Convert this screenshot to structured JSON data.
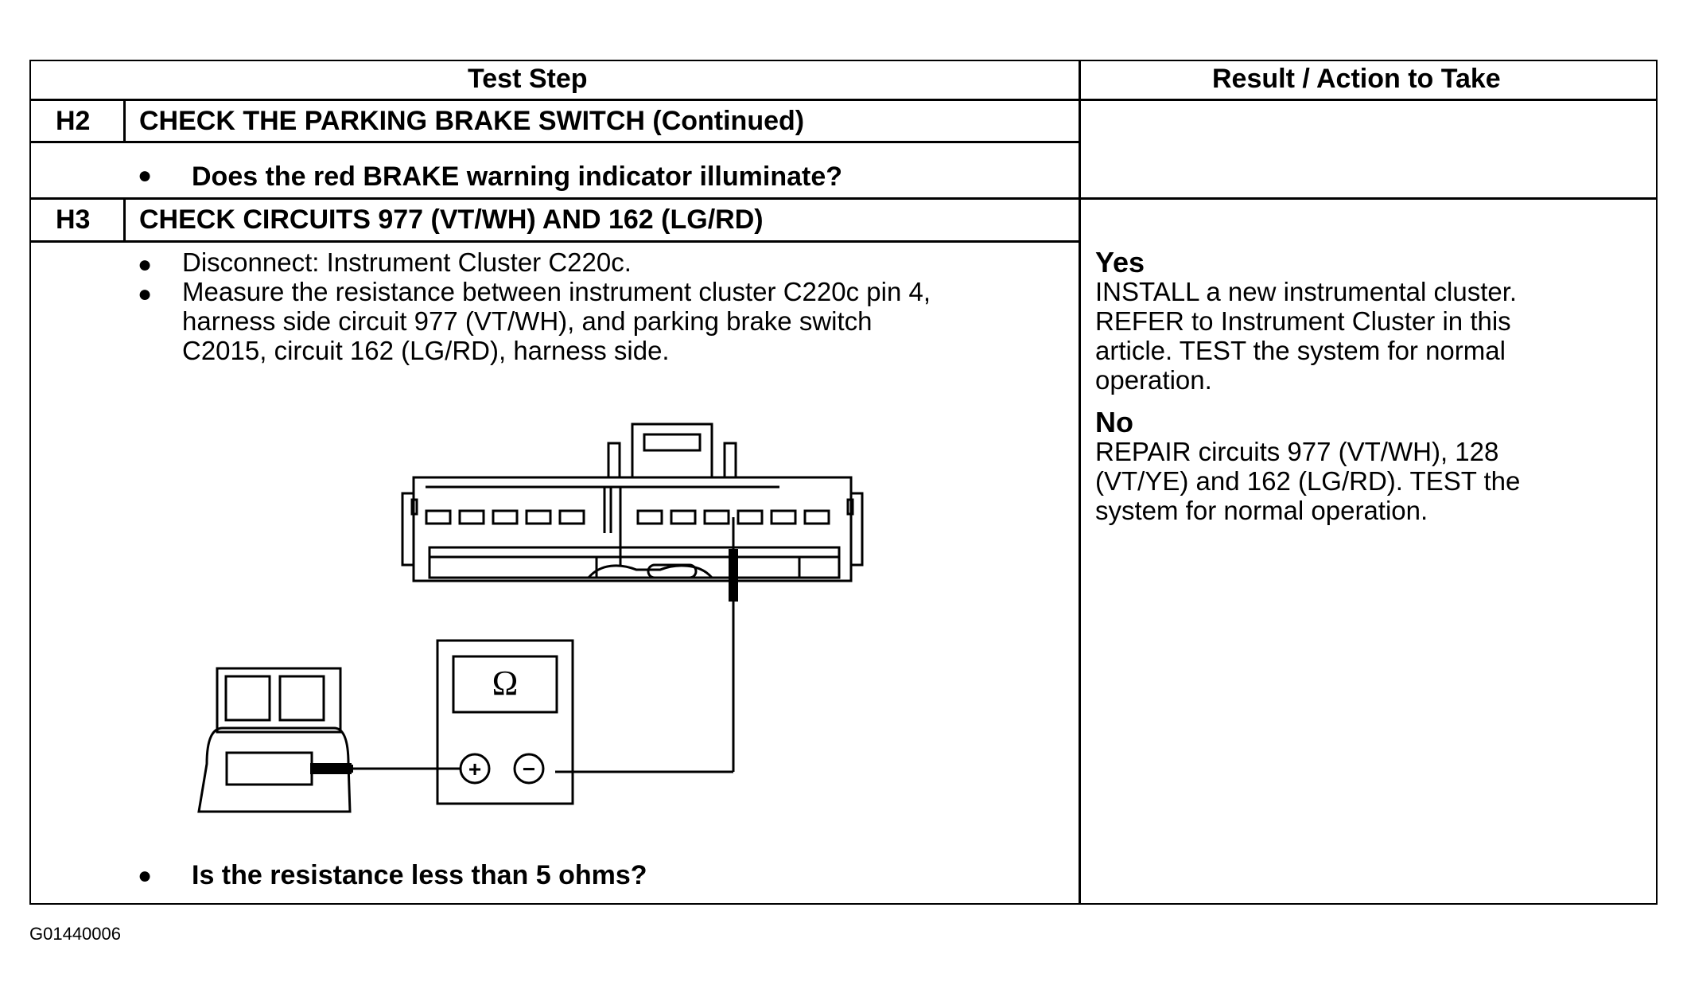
{
  "table": {
    "headers": {
      "test_step": "Test Step",
      "result_action": "Result / Action to Take"
    },
    "rows": [
      {
        "id": "H2",
        "title": "CHECK THE PARKING BRAKE SWITCH (Continued)",
        "question": "Does the red BRAKE warning indicator illuminate?"
      },
      {
        "id": "H3",
        "title": "CHECK CIRCUITS 977 (VT/WH) AND 162 (LG/RD)",
        "instructions": [
          "Disconnect: Instrument Cluster C220c.",
          "Measure the resistance between instrument cluster C220c pin 4,",
          "harness side circuit 977 (VT/WH), and parking brake switch",
          "C2015, circuit 162 (LG/RD), harness side."
        ],
        "question": "Is the resistance less than 5 ohms?",
        "result": {
          "yes_label": "Yes",
          "yes_lines": [
            "INSTALL a new instrumental cluster.",
            "REFER to Instrument Cluster in this",
            "article. TEST the system for normal",
            "operation."
          ],
          "no_label": "No",
          "no_lines": [
            "REPAIR circuits 977 (VT/WH), 128",
            "(VT/YE) and 162 (LG/RD). TEST the",
            "system for normal operation."
          ]
        }
      }
    ]
  },
  "diagram": {
    "meter_symbol": "Ω",
    "plus_symbol": "+",
    "minus_symbol": "−"
  },
  "figure_id": "G01440006"
}
